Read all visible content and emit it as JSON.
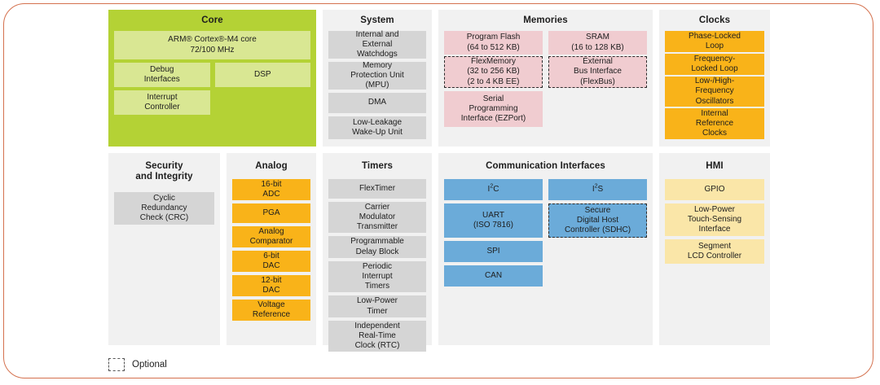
{
  "frame": {
    "accent_color": "#d4714e"
  },
  "legend": {
    "swatch_name": "dashed-optional-swatch",
    "label": "Optional"
  },
  "panels": {
    "core": {
      "title": "Core",
      "color": "#b4d235",
      "block_color": "#d9e793",
      "blocks": [
        {
          "label": "ARM® Cortex®-M4 core\n72/100 MHz"
        },
        {
          "label": "Debug\nInterfaces"
        },
        {
          "label": "DSP"
        },
        {
          "label": "Interrupt\nController"
        }
      ]
    },
    "system": {
      "title": "System",
      "color": "#f1f1f1",
      "block_color": "#d5d5d5",
      "blocks": [
        {
          "label": "Internal and\nExternal\nWatchdogs"
        },
        {
          "label": "Memory\nProtection Unit\n(MPU)"
        },
        {
          "label": "DMA"
        },
        {
          "label": "Low-Leakage\nWake-Up Unit"
        }
      ]
    },
    "memories": {
      "title": "Memories",
      "color": "#f1f1f1",
      "block_color": "#f0ccd0",
      "left_blocks": [
        {
          "label": "Program Flash\n(64 to 512 KB)",
          "optional": false
        },
        {
          "label": "FlexMemory\n(32 to 256 KB)\n(2 to 4 KB EE)",
          "optional": true
        },
        {
          "label": "Serial\nProgramming\nInterface (EZPort)",
          "optional": false
        }
      ],
      "right_blocks": [
        {
          "label": "SRAM\n(16 to 128 KB)",
          "optional": false
        },
        {
          "label": "External\nBus Interface\n(FlexBus)",
          "optional": true
        }
      ]
    },
    "clocks": {
      "title": "Clocks",
      "color": "#f1f1f1",
      "block_color": "#f9b319",
      "blocks": [
        {
          "label": "Phase-Locked\nLoop"
        },
        {
          "label": "Frequency-\nLocked Loop"
        },
        {
          "label": "Low-/High-\nFrequency\nOscillators"
        },
        {
          "label": "Internal\nReference\nClocks"
        }
      ]
    },
    "security": {
      "title": "Security\nand Integrity",
      "color": "#f1f1f1",
      "block_color": "#d5d5d5",
      "blocks": [
        {
          "label": "Cyclic\nRedundancy\nCheck (CRC)"
        }
      ]
    },
    "analog": {
      "title": "Analog",
      "color": "#f1f1f1",
      "block_color": "#f9b319",
      "blocks": [
        {
          "label": "16-bit\nADC"
        },
        {
          "label": "PGA"
        },
        {
          "label": "Analog\nComparator"
        },
        {
          "label": "6-bit\nDAC"
        },
        {
          "label": "12-bit\nDAC"
        },
        {
          "label": "Voltage\nReference"
        }
      ]
    },
    "timers": {
      "title": "Timers",
      "color": "#f1f1f1",
      "block_color": "#d5d5d5",
      "blocks": [
        {
          "label": "FlexTimer"
        },
        {
          "label": "Carrier\nModulator\nTransmitter"
        },
        {
          "label": "Programmable\nDelay Block"
        },
        {
          "label": "Periodic\nInterrupt\nTimers"
        },
        {
          "label": "Low-Power\nTimer"
        },
        {
          "label": "Independent\nReal-Time\nClock (RTC)"
        }
      ]
    },
    "communication": {
      "title": "Communication Interfaces",
      "color": "#f1f1f1",
      "block_color": "#6babd9",
      "left_blocks": [
        {
          "label": "I²C",
          "optional": false
        },
        {
          "label": "UART\n(ISO 7816)",
          "optional": false
        },
        {
          "label": "SPI",
          "optional": false
        },
        {
          "label": "CAN",
          "optional": false
        }
      ],
      "right_blocks": [
        {
          "label": "I²S",
          "optional": false
        },
        {
          "label": "Secure\nDigital Host\nController (SDHC)",
          "optional": true
        }
      ]
    },
    "hmi": {
      "title": "HMI",
      "color": "#f1f1f1",
      "block_color": "#fae6a8",
      "blocks": [
        {
          "label": "GPIO"
        },
        {
          "label": "Low-Power\nTouch-Sensing\nInterface"
        },
        {
          "label": "Segment\nLCD Controller"
        }
      ]
    }
  }
}
